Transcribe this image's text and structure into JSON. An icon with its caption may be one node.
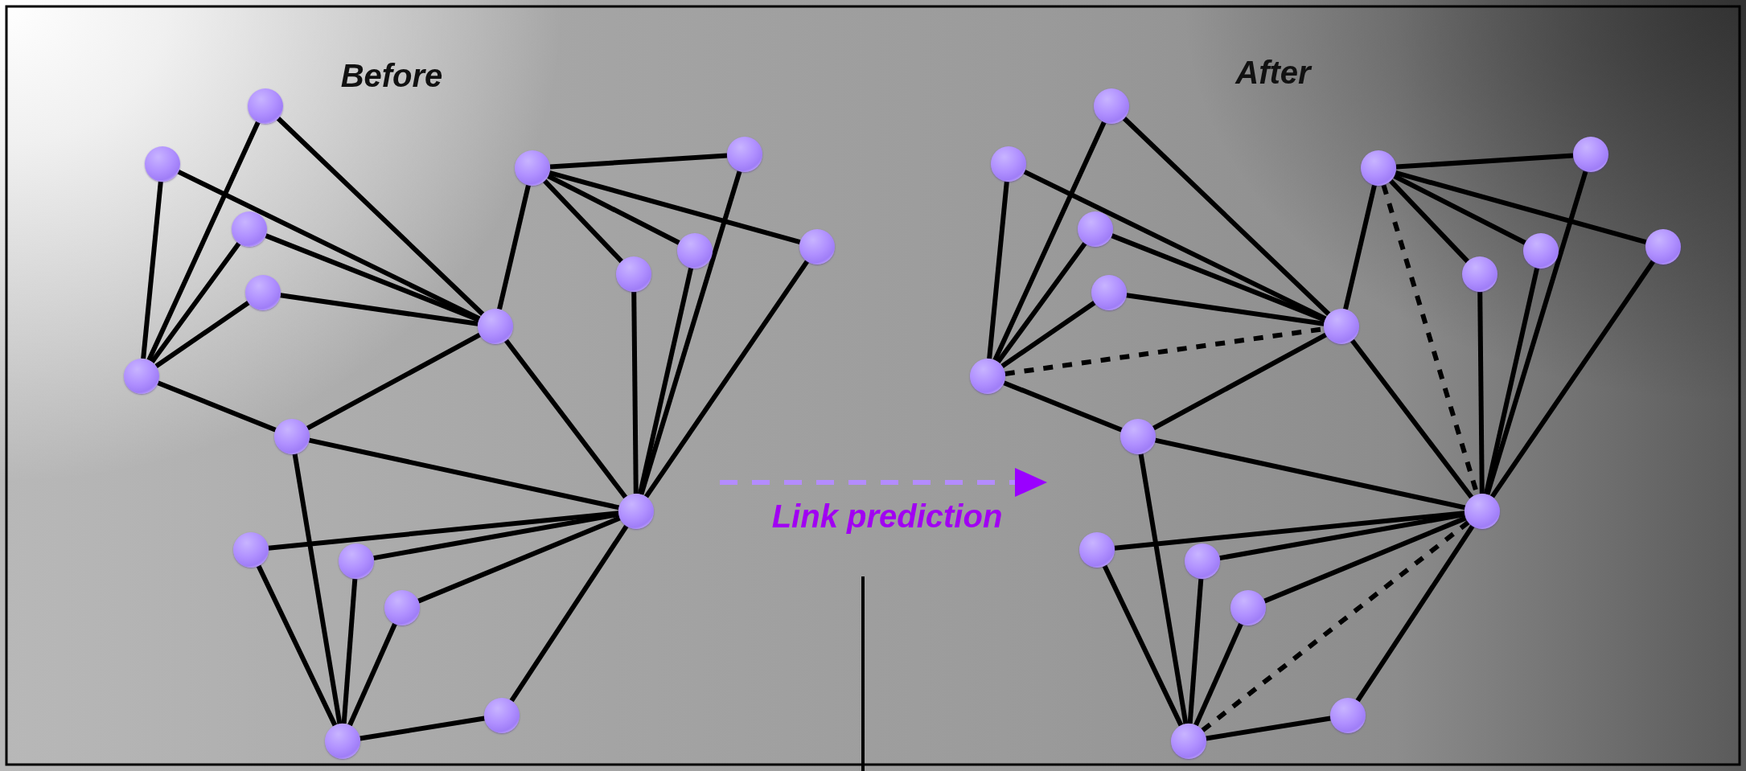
{
  "diagram": {
    "nodes": [
      {
        "text": [],
        "shape": "circle"
      },
      {
        "text": [],
        "shape": "circle"
      },
      {
        "text": [],
        "shape": "circle"
      },
      {
        "text": [],
        "shape": "circle"
      },
      {
        "text": [],
        "shape": "circle"
      },
      {
        "text": [],
        "shape": "circle"
      },
      {
        "text": [],
        "shape": "circle"
      },
      {
        "text": [],
        "shape": "circle"
      },
      {
        "text": [],
        "shape": "circle"
      },
      {
        "text": [],
        "shape": "circle"
      },
      {
        "text": [],
        "shape": "circle"
      },
      {
        "text": [],
        "shape": "circle"
      },
      {
        "text": [],
        "shape": "circle"
      },
      {
        "text": [],
        "shape": "circle"
      },
      {
        "text": [],
        "shape": "circle"
      },
      {
        "text": [],
        "shape": "circle"
      },
      {
        "text": [],
        "shape": "circle"
      },
      {
        "text": [],
        "shape": "circle"
      },
      {
        "text": [],
        "shape": "circle"
      },
      {
        "text": [],
        "shape": "circle"
      },
      {
        "text": [],
        "shape": "circle"
      },
      {
        "text": [],
        "shape": "circle"
      },
      {
        "text": [],
        "shape": "circle"
      },
      {
        "text": [],
        "shape": "circle"
      },
      {
        "text": [],
        "shape": "circle"
      },
      {
        "text": [],
        "shape": "circle"
      },
      {
        "text": [],
        "shape": "circle"
      },
      {
        "text": [],
        "shape": "circle"
      },
      {
        "text": [],
        "shape": "circle"
      },
      {
        "text": [],
        "shape": "circle"
      },
      {
        "text": [],
        "shape": "circle"
      },
      {
        "text": [],
        "shape": "circle"
      },
      {
        "text": [],
        "shape": "circle"
      },
      {
        "text": [],
        "shape": "circle"
      },
      {
        "text": [],
        "shape": "circle"
      },
      {
        "text": [],
        "shape": "circle"
      }
    ],
    "edges": [
      {
        "from": 0,
        "to": 4,
        "arrow": "none"
      },
      {
        "from": 0,
        "to": 5,
        "arrow": "none"
      },
      {
        "from": 1,
        "to": 4,
        "arrow": "none"
      },
      {
        "from": 1,
        "to": 5,
        "arrow": "none"
      },
      {
        "from": 2,
        "to": 4,
        "arrow": "none"
      },
      {
        "from": 2,
        "to": 5,
        "arrow": "none"
      },
      {
        "from": 3,
        "to": 4,
        "arrow": "none"
      },
      {
        "from": 3,
        "to": 5,
        "arrow": "none"
      },
      {
        "from": 4,
        "to": 6,
        "arrow": "none"
      },
      {
        "from": 6,
        "to": 5,
        "arrow": "none"
      },
      {
        "from": 5,
        "to": 7,
        "arrow": "none"
      },
      {
        "from": 5,
        "to": 12,
        "arrow": "none"
      },
      {
        "from": 7,
        "to": 8,
        "arrow": "none"
      },
      {
        "from": 7,
        "to": 9,
        "arrow": "none"
      },
      {
        "from": 7,
        "to": 10,
        "arrow": "none"
      },
      {
        "from": 7,
        "to": 11,
        "arrow": "none"
      },
      {
        "from": 8,
        "to": 12,
        "arrow": "none"
      },
      {
        "from": 9,
        "to": 12,
        "arrow": "none"
      },
      {
        "from": 10,
        "to": 12,
        "arrow": "none"
      },
      {
        "from": 11,
        "to": 12,
        "arrow": "none"
      },
      {
        "from": 6,
        "to": 12,
        "arrow": "none"
      },
      {
        "from": 6,
        "to": 16,
        "arrow": "none"
      },
      {
        "from": 13,
        "to": 12,
        "arrow": "none"
      },
      {
        "from": 14,
        "to": 12,
        "arrow": "none"
      },
      {
        "from": 15,
        "to": 12,
        "arrow": "none"
      },
      {
        "from": 13,
        "to": 16,
        "arrow": "none"
      },
      {
        "from": 14,
        "to": 16,
        "arrow": "none"
      },
      {
        "from": 15,
        "to": 16,
        "arrow": "none"
      },
      {
        "from": 16,
        "to": 17,
        "arrow": "none"
      },
      {
        "from": 17,
        "to": 12,
        "arrow": "none"
      },
      {
        "from": 18,
        "to": 22,
        "arrow": "none"
      },
      {
        "from": 18,
        "to": 23,
        "arrow": "none"
      },
      {
        "from": 19,
        "to": 22,
        "arrow": "none"
      },
      {
        "from": 19,
        "to": 23,
        "arrow": "none"
      },
      {
        "from": 20,
        "to": 22,
        "arrow": "none"
      },
      {
        "from": 20,
        "to": 23,
        "arrow": "none"
      },
      {
        "from": 21,
        "to": 22,
        "arrow": "none"
      },
      {
        "from": 21,
        "to": 23,
        "arrow": "none"
      },
      {
        "from": 22,
        "to": 24,
        "arrow": "none"
      },
      {
        "from": 24,
        "to": 23,
        "arrow": "none"
      },
      {
        "from": 23,
        "to": 25,
        "arrow": "none"
      },
      {
        "from": 23,
        "to": 30,
        "arrow": "none"
      },
      {
        "from": 25,
        "to": 26,
        "arrow": "none"
      },
      {
        "from": 25,
        "to": 27,
        "arrow": "none"
      },
      {
        "from": 25,
        "to": 28,
        "arrow": "none"
      },
      {
        "from": 25,
        "to": 29,
        "arrow": "none"
      },
      {
        "from": 26,
        "to": 30,
        "arrow": "none"
      },
      {
        "from": 27,
        "to": 30,
        "arrow": "none"
      },
      {
        "from": 28,
        "to": 30,
        "arrow": "none"
      },
      {
        "from": 29,
        "to": 30,
        "arrow": "none"
      },
      {
        "from": 24,
        "to": 30,
        "arrow": "none"
      },
      {
        "from": 24,
        "to": 34,
        "arrow": "none"
      },
      {
        "from": 31,
        "to": 30,
        "arrow": "none"
      },
      {
        "from": 32,
        "to": 30,
        "arrow": "none"
      },
      {
        "from": 33,
        "to": 30,
        "arrow": "none"
      },
      {
        "from": 31,
        "to": 34,
        "arrow": "none"
      },
      {
        "from": 32,
        "to": 34,
        "arrow": "none"
      },
      {
        "from": 33,
        "to": 34,
        "arrow": "none"
      },
      {
        "from": 34,
        "to": 35,
        "arrow": "none"
      },
      {
        "from": 35,
        "to": 30,
        "arrow": "none"
      },
      {
        "from": 22,
        "to": 23,
        "arrow": "none",
        "style": "dashed"
      },
      {
        "from": 25,
        "to": 30,
        "arrow": "none",
        "style": "dashed"
      },
      {
        "from": 34,
        "to": 30,
        "arrow": "none",
        "style": "dashed"
      }
    ],
    "labels": [
      "Before",
      "After",
      "Link prediction"
    ]
  }
}
